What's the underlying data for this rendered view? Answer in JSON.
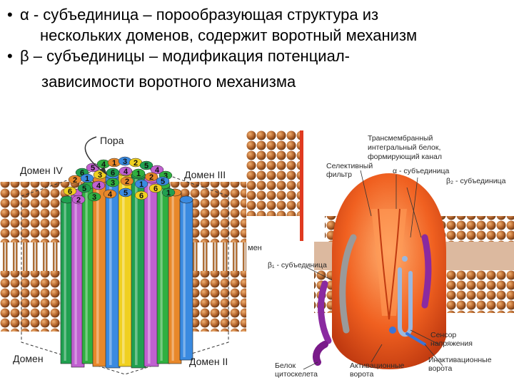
{
  "bullets": [
    {
      "mark": "•",
      "line1": "α - субъединица – порообразующая структура из",
      "line2": "нескольких доменов, содержит воротный механизм"
    },
    {
      "mark": "•",
      "line1": "β – субъединицы – модификация потенциал-",
      "line2": "зависимости  воротного механизма"
    }
  ],
  "left_figure": {
    "pore": "Пора",
    "domain_iv": "Домен  IV",
    "domain_iii": "Домен  III",
    "domain_i": "Домен",
    "domain_ii": "Домен  II",
    "segment_numbers": [
      "6",
      "5",
      "4",
      "1",
      "3",
      "2",
      "5",
      "4",
      "3",
      "2",
      "1",
      "3",
      "6",
      "4",
      "1",
      "2",
      "5",
      "6",
      "5",
      "4",
      "3",
      "2",
      "1",
      "6",
      "1",
      "2",
      "3",
      "4",
      "5",
      "6"
    ],
    "colors": {
      "membrane": "#b86a32",
      "helix_1": "#e8882a",
      "helix_2": "#f0d020",
      "helix_3": "#3a8ae0",
      "helix_4": "#30b040",
      "helix_5": "#c060d0",
      "helix_6": "#20a050"
    }
  },
  "right_figure": {
    "label_membrane_protein": "Трансмембранный\nинтегральный белок,\nформирующий канал",
    "label_selective_filter": "Селективный\nфильтр",
    "label_alpha": "α - субъединица",
    "label_beta2": "β₂ - субъединица",
    "label_beta1": "β₁ - субъединица",
    "label_sensor": "Сенсор\nнапряжения",
    "label_cytoskeleton": "Белок\nцитоскелета",
    "label_activation_gate": "Активационные\nворота",
    "label_inactivation_gate": "Инактивационные\nворота",
    "label_partial_domain": "мен",
    "colors": {
      "channel": "#f06020",
      "channel_light": "#ff9a55",
      "beta": "#8a2aa0",
      "filter": "#b0b0b0",
      "sensor": "#9ab8e0",
      "membrane": "#b86a32"
    }
  }
}
